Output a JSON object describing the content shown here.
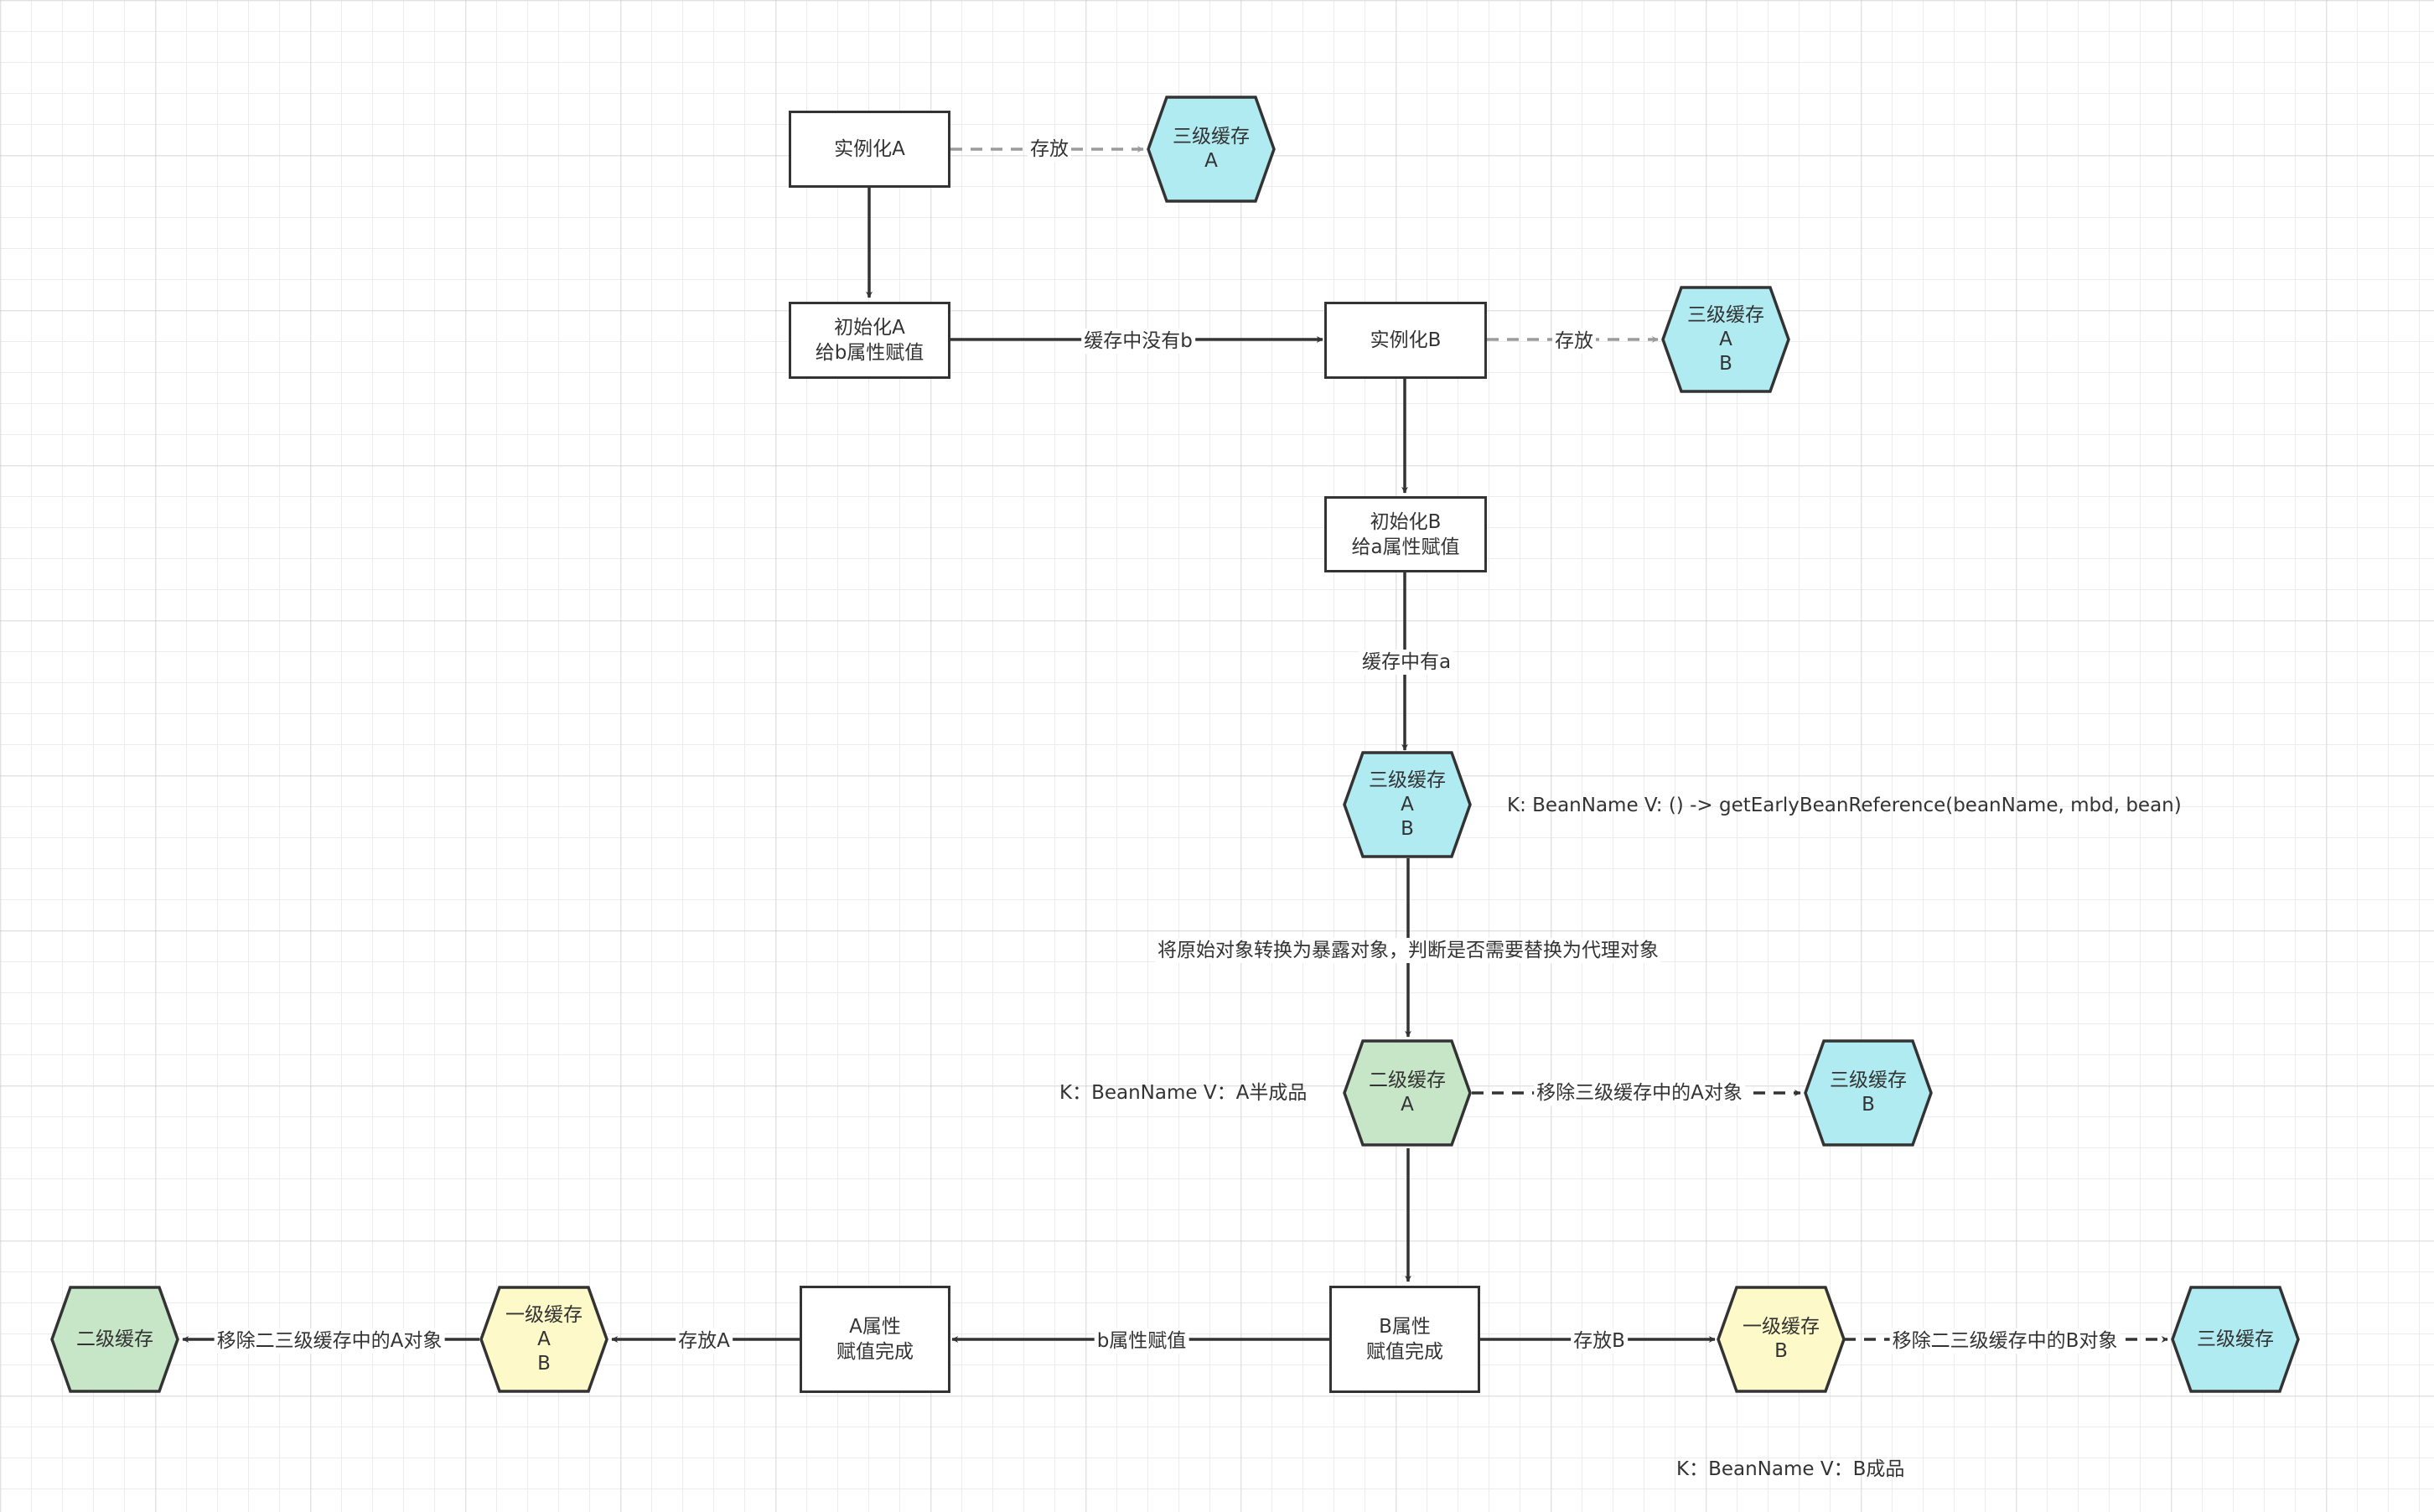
{
  "colors": {
    "level3_fill": "#b0ebf2",
    "level2_fill": "#c7e6c8",
    "level1_fill": "#fdf9c8",
    "stroke": "#333333",
    "dashed_gray": "#9b9b9b"
  },
  "nodes": {
    "instantiate_a": {
      "lines": [
        "实例化A"
      ]
    },
    "init_a": {
      "lines": [
        "初始化A",
        "给b属性赋值"
      ]
    },
    "instantiate_b": {
      "lines": [
        "实例化B"
      ]
    },
    "init_b": {
      "lines": [
        "初始化B",
        "给a属性赋值"
      ]
    },
    "cache3_a_top": {
      "lines": [
        "三级缓存",
        "A"
      ]
    },
    "cache3_ab_top": {
      "lines": [
        "三级缓存",
        "A",
        "B"
      ]
    },
    "cache3_ab_mid": {
      "lines": [
        "三级缓存",
        "A",
        "B"
      ]
    },
    "cache2_a": {
      "lines": [
        "二级缓存",
        "A"
      ]
    },
    "cache3_b": {
      "lines": [
        "三级缓存",
        "B"
      ]
    },
    "b_attr_done": {
      "lines": [
        "B属性",
        "赋值完成"
      ]
    },
    "a_attr_done": {
      "lines": [
        "A属性",
        "赋值完成"
      ]
    },
    "cache1_ab": {
      "lines": [
        "一级缓存",
        "A",
        "B"
      ]
    },
    "cache2_empty": {
      "lines": [
        "二级缓存"
      ]
    },
    "cache1_b": {
      "lines": [
        "一级缓存",
        "B"
      ]
    },
    "cache3_empty": {
      "lines": [
        "三级缓存"
      ]
    }
  },
  "edges": {
    "store_a": "存放",
    "no_b_in_cache": "缓存中没有b",
    "store_b_top": "存放",
    "has_a_in_cache": "缓存中有a",
    "convert_exposed": "将原始对象转换为暴露对象，判断是否需要替换为代理对象",
    "remove_a_from_l3": "移除三级缓存中的A对象",
    "b_attr_assign": "b属性赋值",
    "store_a_bottom": "存放A",
    "remove_a_from_l23": "移除二三级缓存中的A对象",
    "store_b_bottom": "存放B",
    "remove_b_from_l23": "移除二三级缓存中的B对象"
  },
  "notes": {
    "l3_kv": "K: BeanName V: () -> getEarlyBeanReference(beanName, mbd, bean)",
    "l2_kv": "K：BeanName V：A半成品",
    "l1_kv": "K：BeanName V：B成品"
  }
}
